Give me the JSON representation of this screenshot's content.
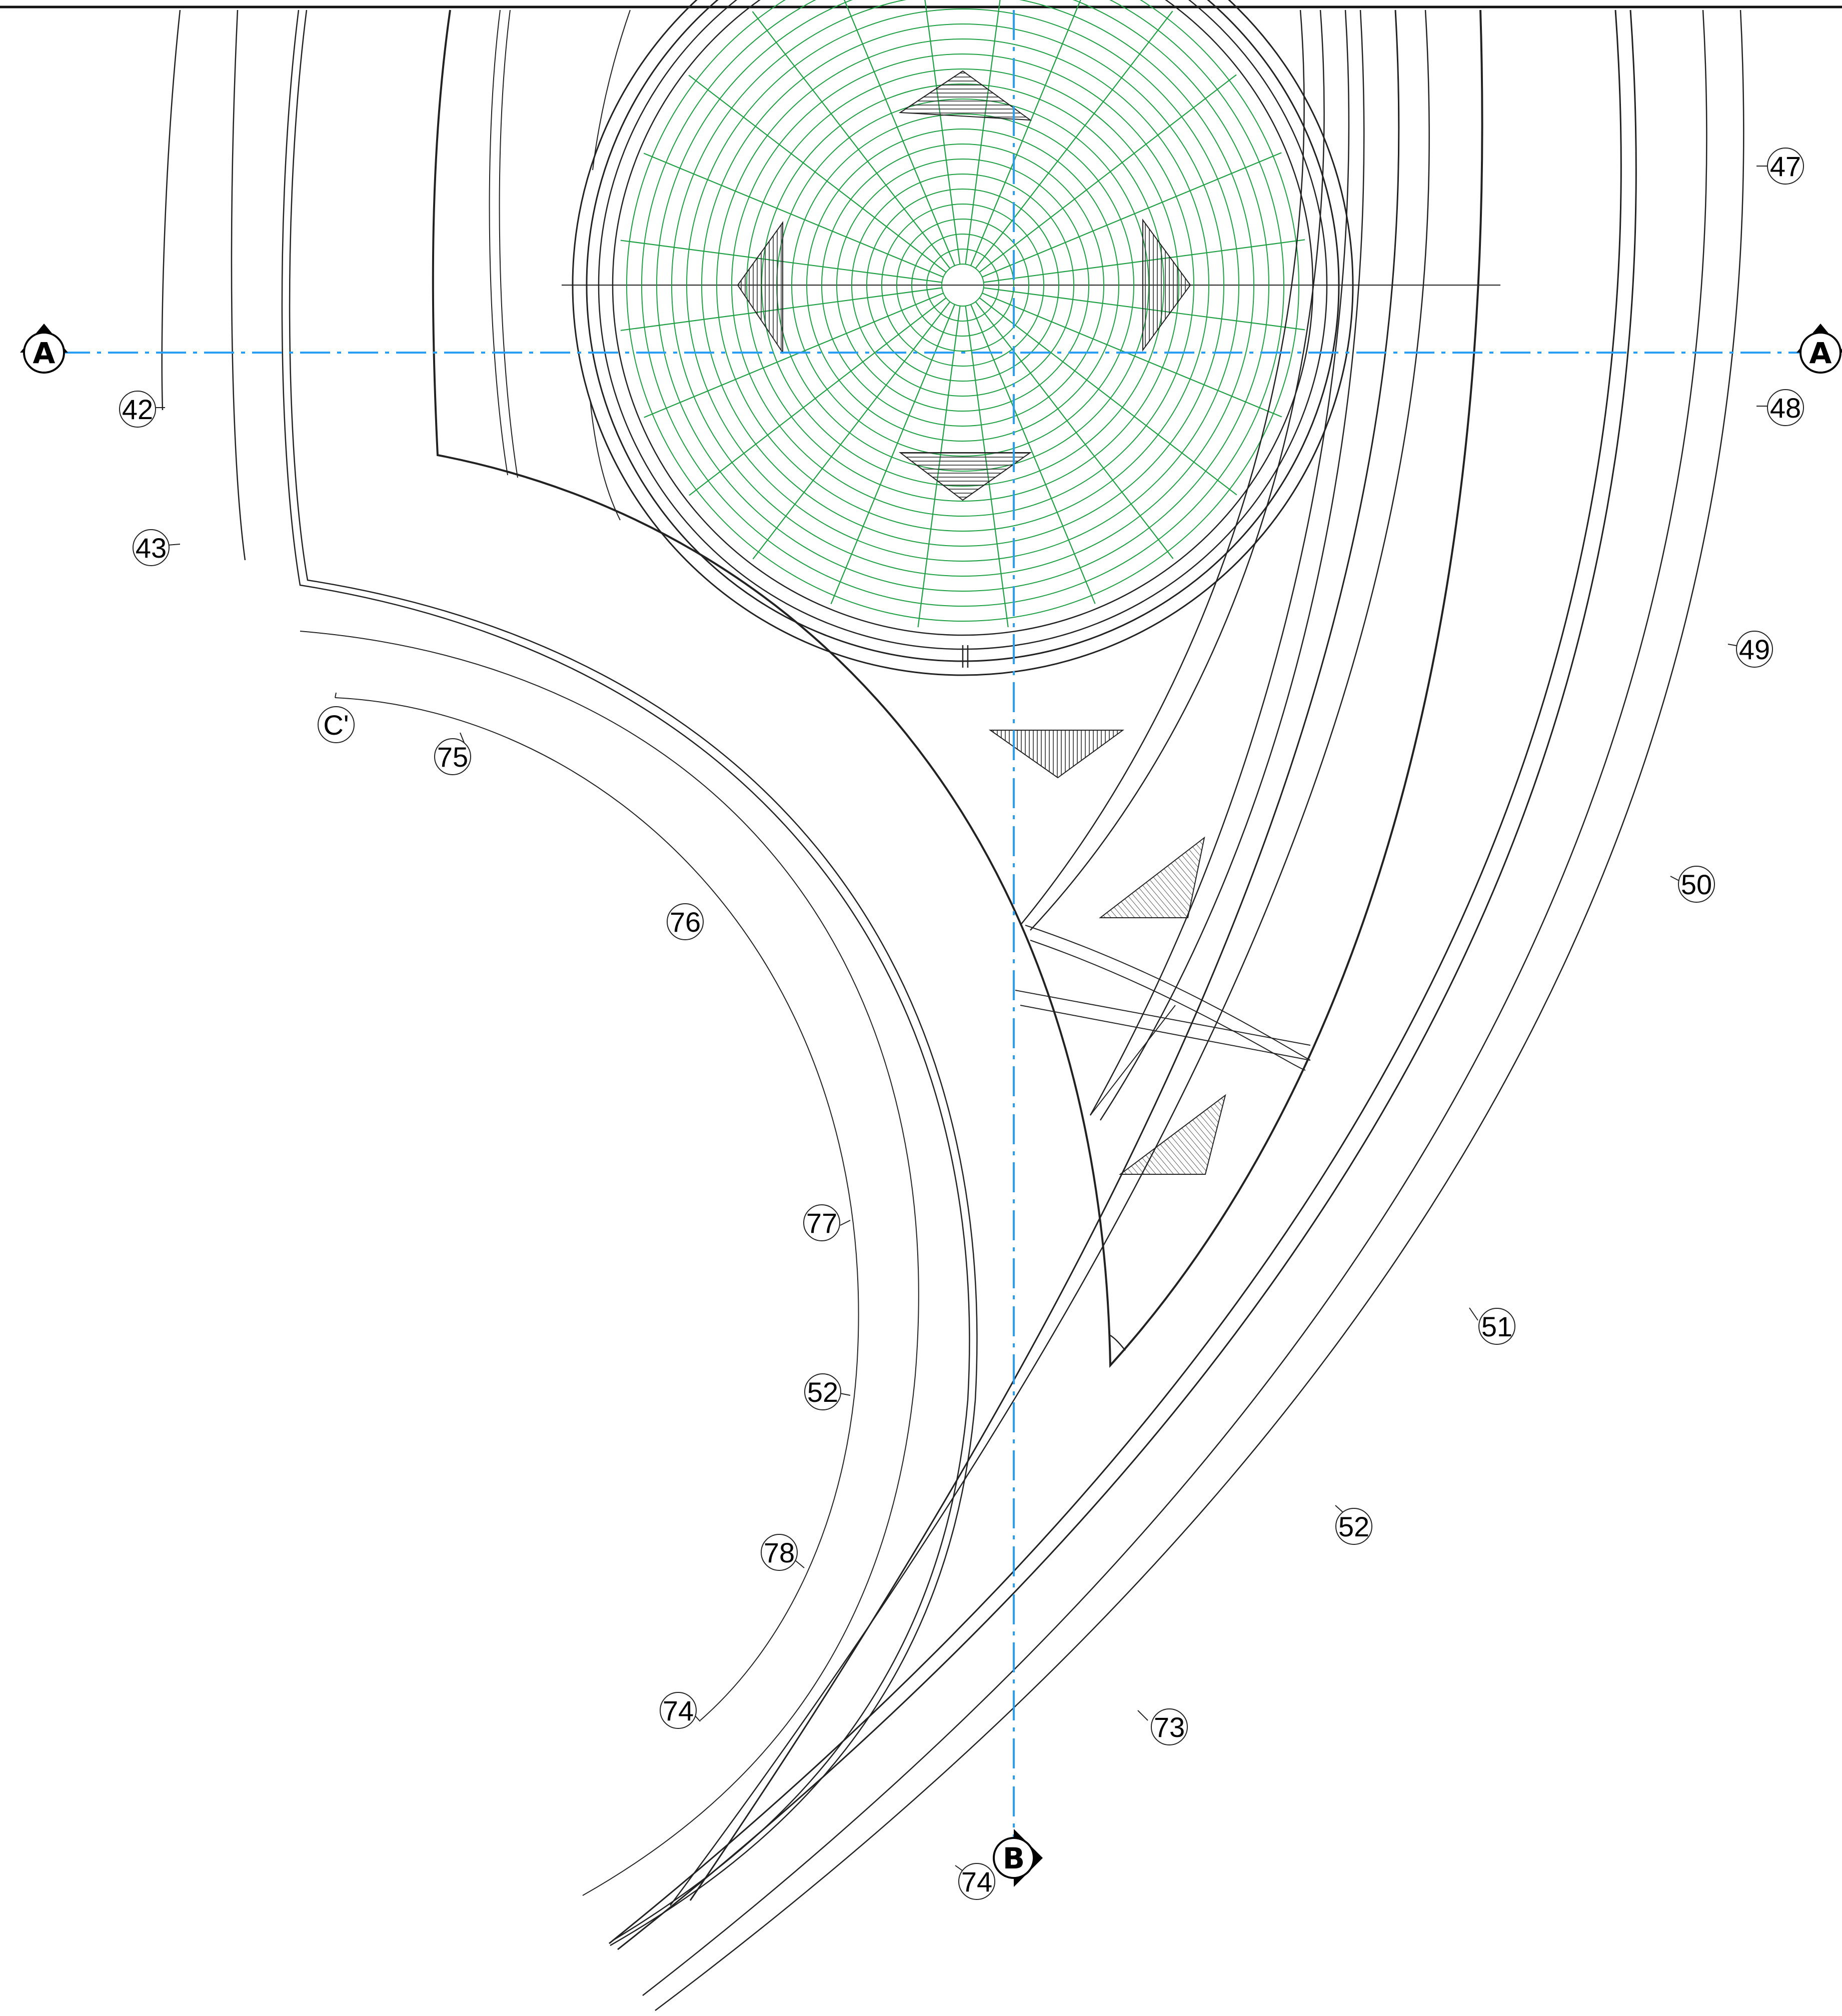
{
  "drawing": {
    "colors": {
      "linework": "#222222",
      "grid": "#1fa044",
      "section_line": "#2a9df4",
      "hatch": "#333333",
      "background": "#ffffff"
    },
    "section_markers": [
      {
        "id": "section-a-left",
        "label": "A"
      },
      {
        "id": "section-a-right",
        "label": "A"
      },
      {
        "id": "section-b-bottom",
        "label": "B"
      }
    ],
    "point_tags": [
      {
        "id": "tag-47",
        "label": "47"
      },
      {
        "id": "tag-42",
        "label": "42"
      },
      {
        "id": "tag-48",
        "label": "48"
      },
      {
        "id": "tag-43",
        "label": "43"
      },
      {
        "id": "tag-49",
        "label": "49"
      },
      {
        "id": "tag-c",
        "label": "C'"
      },
      {
        "id": "tag-75",
        "label": "75"
      },
      {
        "id": "tag-50",
        "label": "50"
      },
      {
        "id": "tag-76",
        "label": "76"
      },
      {
        "id": "tag-77",
        "label": "77"
      },
      {
        "id": "tag-51",
        "label": "51"
      },
      {
        "id": "tag-52a",
        "label": "52"
      },
      {
        "id": "tag-52b",
        "label": "52"
      },
      {
        "id": "tag-78",
        "label": "78"
      },
      {
        "id": "tag-73",
        "label": "73"
      },
      {
        "id": "tag-74a",
        "label": "74"
      },
      {
        "id": "tag-74b",
        "label": "74"
      }
    ]
  }
}
